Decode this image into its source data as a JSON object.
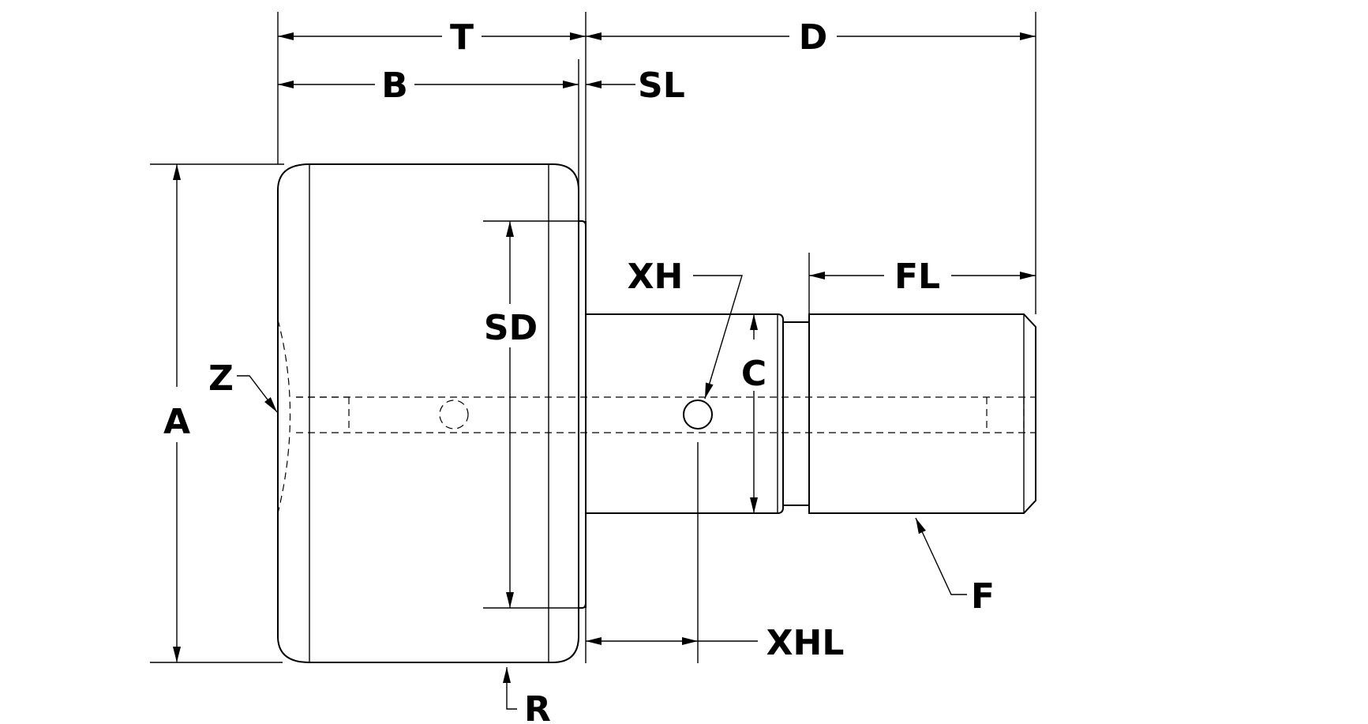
{
  "labels": {
    "T": "T",
    "D": "D",
    "B": "B",
    "SL": "SL",
    "FL": "FL",
    "XH": "XH",
    "SD": "SD",
    "C": "C",
    "Z": "Z",
    "A": "A",
    "F": "F",
    "XHL": "XHL",
    "R": "R"
  },
  "colors": {
    "line": "#000000",
    "background": "#ffffff"
  }
}
